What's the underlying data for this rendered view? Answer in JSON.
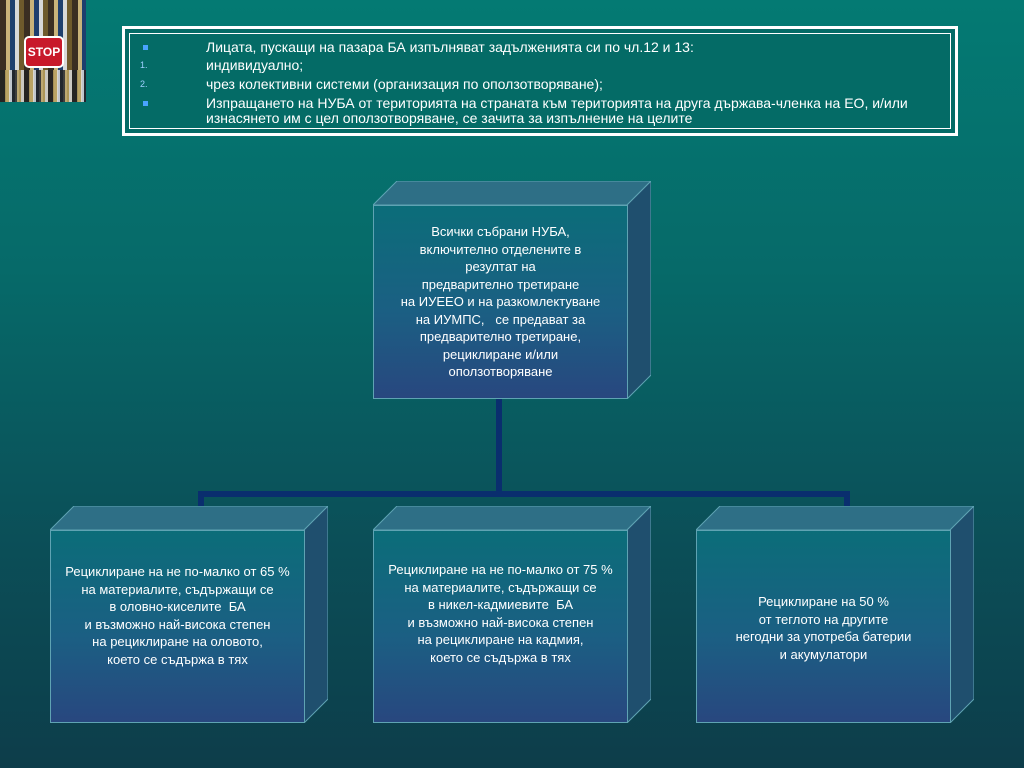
{
  "thumbnail": {
    "stop_text": "STOP"
  },
  "header_list": [
    {
      "marker": "",
      "text": "Лицата, пускащи на пазара БА изпълняват задълженията си по чл.12 и 13:"
    },
    {
      "marker": "1.",
      "text": "индивидуално;"
    },
    {
      "marker": "2.",
      "text": "чрез колективни системи (организация по оползотворяване);"
    },
    {
      "marker": "",
      "text": "Изпращането на НУБА от територията на страната към територията на друга държава-членка на ЕО, и/или"
    },
    {
      "marker": "",
      "text": "изнасянето им с цел оползотворяване, се зачита за изпълнение на целите"
    }
  ],
  "top_box": {
    "lines": [
      "Всички събрани НУБА,",
      "включително отделените в",
      "резултат на",
      "предварително третиране",
      "на ИУЕЕО и на разкомлектуване",
      "на ИУМПС,   се предават за",
      "предварително третиране,",
      "рециклиране и/или",
      "оползотворяване"
    ]
  },
  "bottom_boxes": [
    {
      "lines": [
        "Рециклиране на не по-малко от 65 %",
        "на материалите, съдържащи се",
        "в оловно-киселите  БА",
        "и възможно най-висока степен",
        "на рециклиране на оловото,",
        "което се съдържа в тях"
      ]
    },
    {
      "lines": [
        "Рециклиране на не по-малко от 75 %",
        "на материалите, съдържащи се",
        "в никел-кадмиевите  БА",
        "и възможно най-висока степен",
        "на рециклиране на кадмия,",
        "което се съдържа в тях"
      ]
    },
    {
      "lines": [
        "Рециклиране на 50 %",
        "от теглото на другите",
        "негодни за употреба батерии",
        "и акумулатори"
      ]
    }
  ],
  "colors": {
    "connector": "#0a2e6e",
    "box_side": "#1f4f6e",
    "box_top": "#2e6f86",
    "bullet": "#4aa3ff"
  }
}
